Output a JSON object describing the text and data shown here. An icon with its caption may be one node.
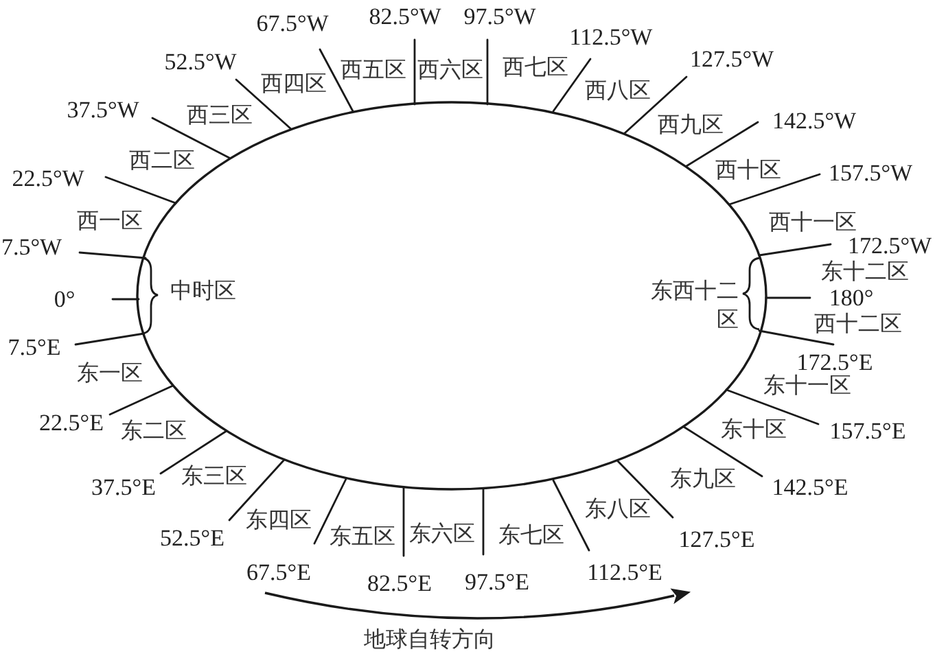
{
  "diagram": {
    "labels": [
      "0°",
      "中时区",
      "7.5°W",
      "西一区",
      "22.5°W",
      "西二区",
      "37.5°W",
      "西三区",
      "52.5°W",
      "西四区",
      "67.5°W",
      "西五区",
      "82.5°W",
      "西六区",
      "97.5°W",
      "西七区",
      "112.5°W",
      "西八区",
      "127.5°W",
      "西九区",
      "142.5°W",
      "西十区",
      "157.5°W",
      "西十一区",
      "172.5°W",
      "东十二区",
      "180°",
      "东西十二区",
      "西十二区",
      "172.5°E",
      "东十一区",
      "157.5°E",
      "东十区",
      "142.5°E",
      "东九区",
      "127.5°E",
      "东八区",
      "112.5°E",
      "东七区",
      "97.5°E",
      "东六区",
      "82.5°E",
      "东五区",
      "67.5°E",
      "东四区",
      "52.5°E",
      "东三区",
      "37.5°E",
      "22.5°E",
      "东二区",
      "东一区",
      "7.5°E",
      "地球自转方向"
    ]
  }
}
